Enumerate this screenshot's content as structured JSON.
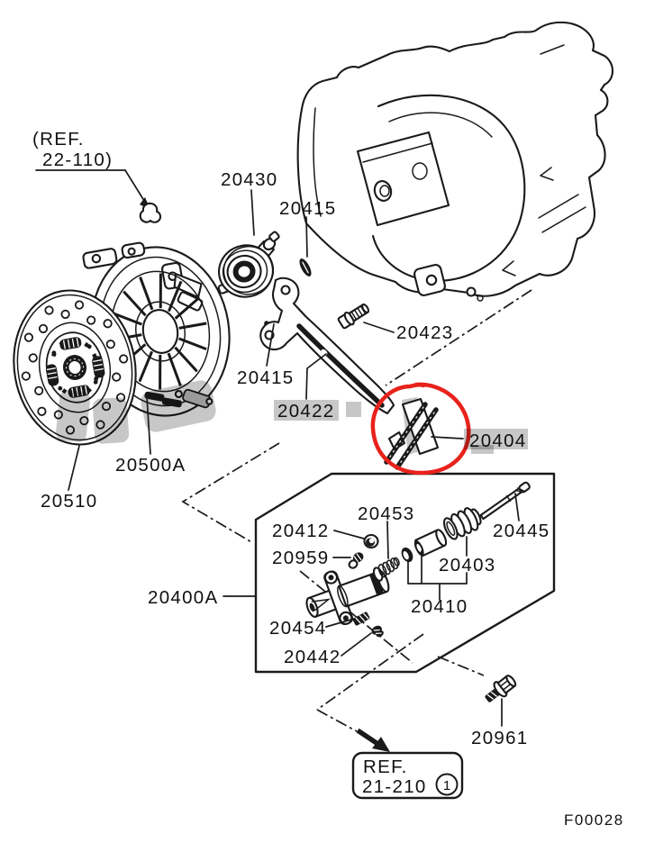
{
  "diagram": {
    "figure_code": "F00028",
    "ref_callout_top": {
      "line1": "(REF.",
      "line2": "22-110)"
    },
    "ref_callout_bottom": {
      "line1": "REF.",
      "line2": "21-210",
      "badge": "1"
    },
    "highlight": {
      "color": "#e8221c",
      "circled_part": "20404"
    },
    "colors": {
      "line": "#1a1a1a",
      "watermark": "#c7c7c7",
      "background": "#ffffff"
    },
    "labels": {
      "clutch_disc": "20510",
      "clutch_cover": "20500A",
      "release_bearing": "20430",
      "clip_upper": "20415",
      "clip_lower": "20415",
      "fork_bolt": "20423",
      "release_fork": "20422",
      "pushrod_boot": "20404",
      "cylinder_kit": "20400A",
      "grommet": "20412",
      "bleeder": "20959",
      "spring": "20453",
      "boot": "20403",
      "piston_kit": "20410",
      "pushrod": "20445",
      "bolt_small": "20454",
      "clip_small": "20442",
      "bolt_lower": "20961"
    }
  }
}
